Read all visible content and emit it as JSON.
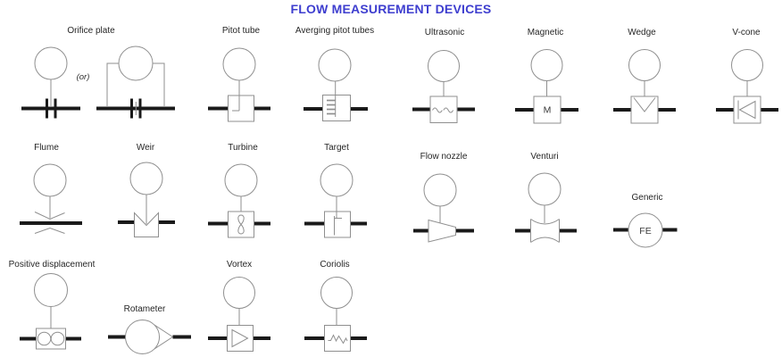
{
  "title": "FLOW MEASUREMENT DEVICES",
  "colors": {
    "title": "#3e3ecf",
    "label": "#262626",
    "pipe": "#1a1a1a",
    "symbol_outline": "#8f8f8f"
  },
  "devices": {
    "orifice_plate": {
      "label": "Orifice plate",
      "or_note": "(or)"
    },
    "pitot_tube": {
      "label": "Pitot tube"
    },
    "averaging_pitot": {
      "label": "Averging pitot tubes"
    },
    "ultrasonic": {
      "label": "Ultrasonic"
    },
    "magnetic": {
      "label": "Magnetic",
      "letter": "M"
    },
    "wedge": {
      "label": "Wedge"
    },
    "v_cone": {
      "label": "V-cone"
    },
    "flume": {
      "label": "Flume"
    },
    "weir": {
      "label": "Weir"
    },
    "turbine": {
      "label": "Turbine"
    },
    "target": {
      "label": "Target"
    },
    "flow_nozzle": {
      "label": "Flow nozzle"
    },
    "venturi": {
      "label": "Venturi"
    },
    "generic": {
      "label": "Generic",
      "letter": "FE"
    },
    "positive_displacement": {
      "label": "Positive displacement"
    },
    "rotameter": {
      "label": "Rotameter"
    },
    "vortex": {
      "label": "Vortex"
    },
    "coriolis": {
      "label": "Coriolis"
    }
  }
}
